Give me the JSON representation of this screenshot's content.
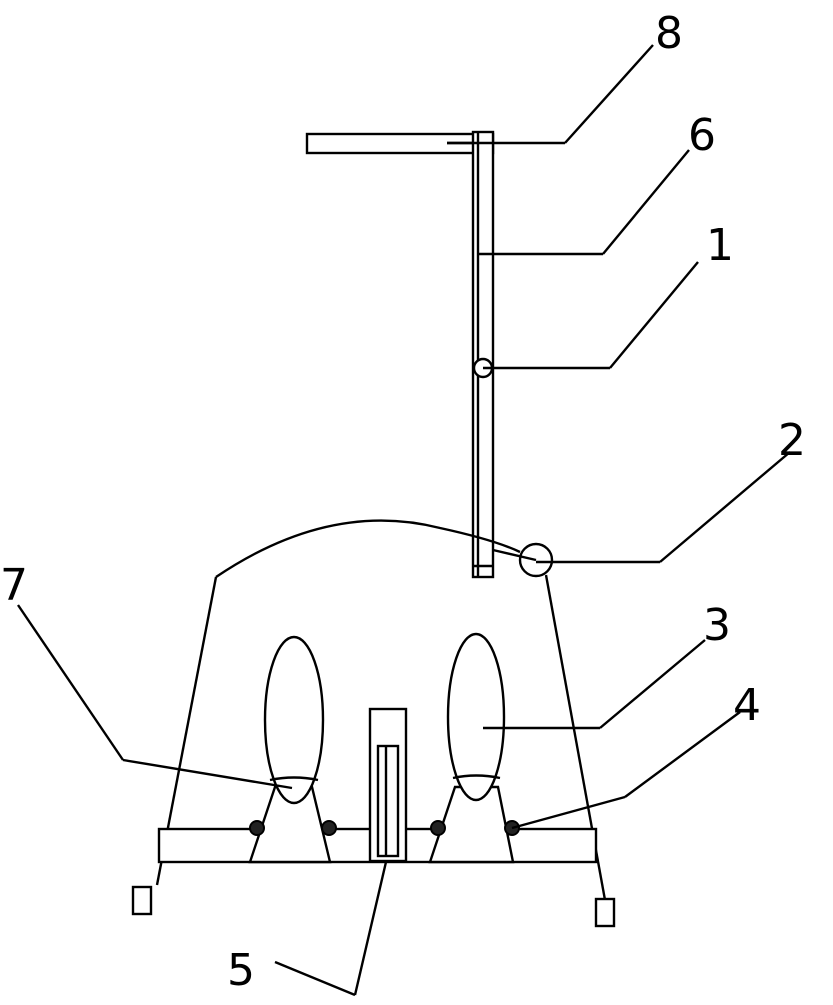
{
  "figure": {
    "labels": [
      {
        "id": "8",
        "text": "8"
      },
      {
        "id": "6",
        "text": "6"
      },
      {
        "id": "1",
        "text": "1"
      },
      {
        "id": "2",
        "text": "2"
      },
      {
        "id": "7",
        "text": "7"
      },
      {
        "id": "3",
        "text": "3"
      },
      {
        "id": "4",
        "text": "4"
      },
      {
        "id": "5",
        "text": "5"
      }
    ]
  }
}
